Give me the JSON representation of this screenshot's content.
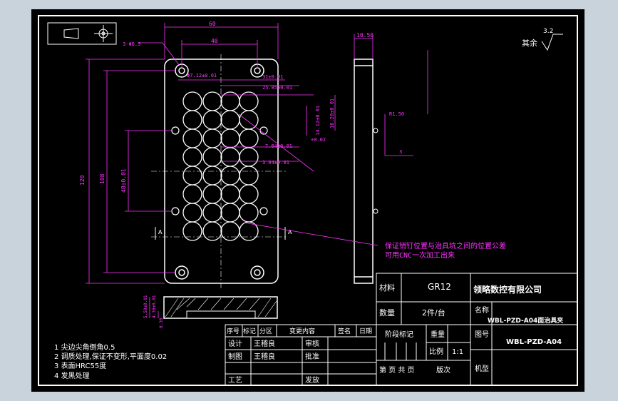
{
  "drawing": {
    "note_callout": {
      "line1": "保证销钉位置与治具坑之间的位置公差",
      "line2": "可用CNC一次加工出来"
    },
    "surface_finish": "其余",
    "surface_value": "3.2",
    "tech_notes": [
      "1 尖边尖角倒角0.5",
      "2 调质处理,保证不变形,平面度0.02",
      "3 表面HRC55度",
      "4 发黑处理"
    ],
    "dims_top": [
      "60",
      "40",
      "10.50"
    ],
    "dims_left": [
      "120",
      "108",
      "48±0.01"
    ],
    "dims_misc": [
      "3-Φ6.5",
      "Φ7.12±0.01",
      "31±0.01",
      "25.85±0.01",
      "16.20±0.01",
      "14.12±0.01",
      "7.84±0.01",
      "3.04±0.01",
      "+0.02",
      "R1.50",
      "3"
    ],
    "dims_bottom": [
      "5.50±0.01",
      "4.30±0.01",
      "0.30"
    ],
    "section_marker": "A"
  },
  "title_block": {
    "material_label": "材料",
    "material_value": "GR12",
    "qty_label": "数量",
    "qty_value": "2件/台",
    "company": "领略数控有限公司",
    "name_label": "名称",
    "name_value": "WBL-PZD-A04面治具夹",
    "drawing_no_label": "图号",
    "drawing_no_value": "WBL-PZD-A04",
    "stage_label": "阶段标记",
    "weight_label": "重量",
    "scale_label": "比例",
    "scale_value": "1:1",
    "sheet_text": "第 页 共 页",
    "version_label": "版次",
    "model_label": "机型",
    "rev_headers": [
      "序号",
      "标记",
      "分区",
      "变更内容",
      "签名",
      "日期"
    ],
    "design_label": "设计",
    "design_name": "王稽良",
    "draw_label": "制图",
    "draw_name": "王稽良",
    "process_label": "工艺",
    "review_label": "审核",
    "approve_label": "批准",
    "issue_label": "发放"
  },
  "colors": {
    "background": "#c9d3dc",
    "sheet": "#000000",
    "line": "#ffffff",
    "dimension": "#ff33ff"
  }
}
